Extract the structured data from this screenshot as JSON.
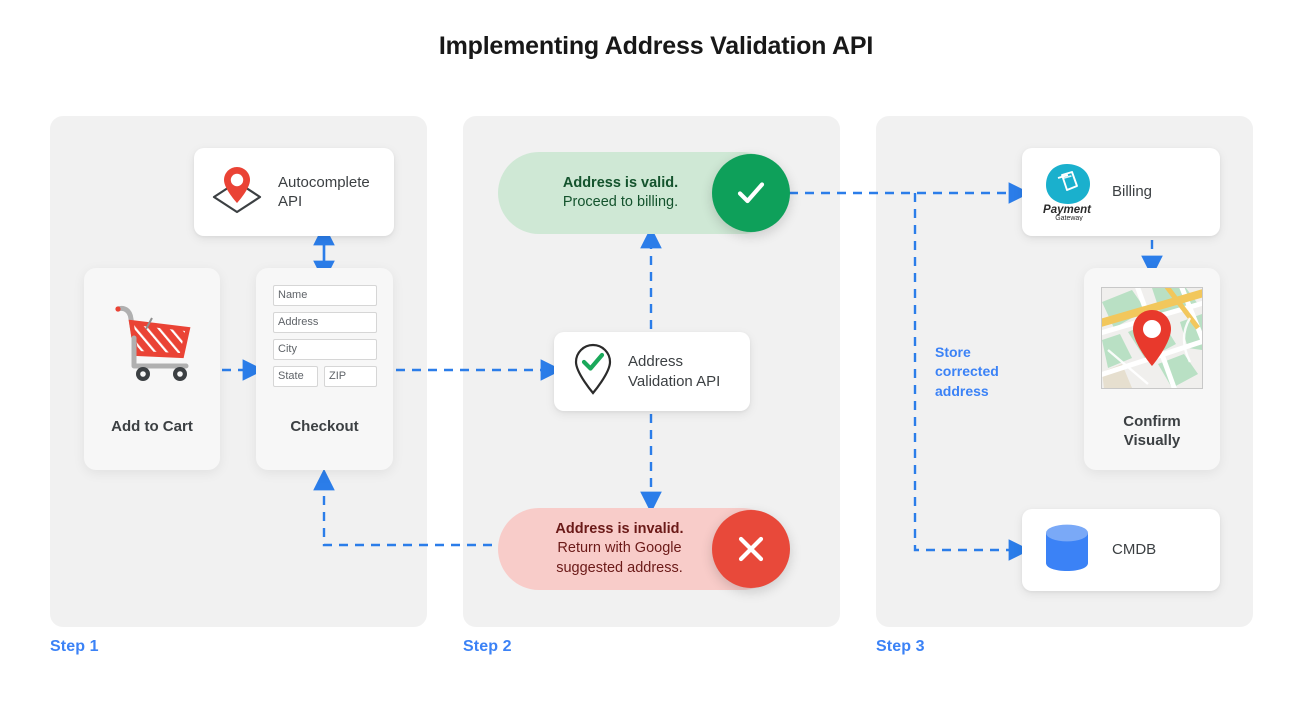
{
  "title": "Implementing Address Validation API",
  "colors": {
    "accent_blue": "#3b82f6",
    "panel_bg": "#f1f1f1",
    "valid_pill_bg": "#cfe8d5",
    "valid_circle": "#0ea05a",
    "invalid_pill_bg": "#f8ccc9",
    "invalid_circle": "#e8493a",
    "pin_red": "#ea4335",
    "payment_teal": "#17a2b8",
    "cmdb_blue": "#3b82f6"
  },
  "steps": [
    {
      "label": "Step 1"
    },
    {
      "label": "Step 2"
    },
    {
      "label": "Step 3"
    }
  ],
  "step1": {
    "autocomplete": {
      "label": "Autocomplete API",
      "icon": "map-pin-icon"
    },
    "add_to_cart": {
      "caption": "Add to Cart",
      "icon": "shopping-cart-icon"
    },
    "checkout": {
      "caption": "Checkout",
      "fields": [
        {
          "name": "name",
          "placeholder": "Name"
        },
        {
          "name": "address",
          "placeholder": "Address"
        },
        {
          "name": "city",
          "placeholder": "City"
        },
        {
          "name": "state",
          "placeholder": "State"
        },
        {
          "name": "zip",
          "placeholder": "ZIP"
        }
      ]
    }
  },
  "step2": {
    "valid": {
      "headline": "Address is valid.",
      "detail": "Proceed to billing.",
      "icon": "check-circle-icon"
    },
    "invalid": {
      "headline": "Address is invalid.",
      "detail_line1": "Return with Google",
      "detail_line2": "suggested address.",
      "icon": "x-circle-icon"
    },
    "validation_api": {
      "label_line1": "Address",
      "label_line2": "Validation API",
      "icon": "pin-check-icon"
    }
  },
  "step3": {
    "billing": {
      "label": "Billing",
      "logo_primary": "Payment",
      "logo_secondary": "Gateway",
      "icon": "payment-gateway-icon"
    },
    "confirm": {
      "caption_line1": "Confirm",
      "caption_line2": "Visually",
      "icon": "map-thumbnail-icon"
    },
    "cmdb": {
      "label": "CMDB",
      "icon": "database-icon"
    },
    "note": {
      "line1": "Store",
      "line2": "corrected",
      "line3": "address"
    }
  }
}
